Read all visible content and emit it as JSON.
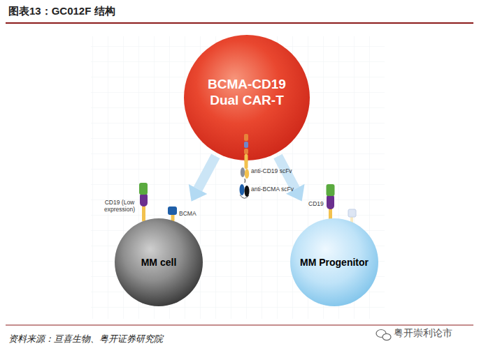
{
  "diagram": {
    "title": "图表13：GC012F 结构",
    "caption": "资料来源：亘喜生物、粤开证券研究院",
    "nodes": [
      {
        "text": [
          "BCMA-CD19 Dual CAR-T"
        ]
      },
      {
        "text": [
          "MM cell"
        ]
      },
      {
        "text": [
          "MM Progenitor"
        ]
      }
    ],
    "edges": [
      {
        "from": 0,
        "to": 1,
        "arrow": "to"
      },
      {
        "from": 0,
        "to": 2,
        "arrow": "to"
      }
    ],
    "labels": [
      "anti-CD19 scFv",
      "anti-BCMA scFv",
      "CD19 (Low expression)",
      "BCMA",
      "CD19",
      "粤开崇利论市"
    ]
  }
}
